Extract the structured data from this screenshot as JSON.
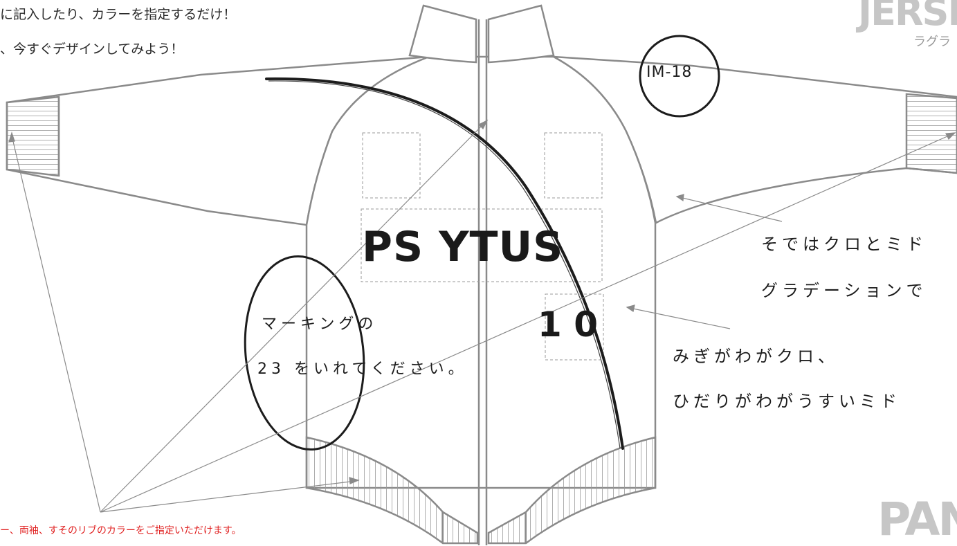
{
  "intro": {
    "line1": "に記入したり、カラーを指定するだけ！",
    "line2": "、今すぐデザインしてみよう！"
  },
  "brand": {
    "jersey": "JERSE",
    "jersey_sub": "ラグラ",
    "pants": "PANT"
  },
  "design": {
    "chest_text": "PS YTUS",
    "number": "1 0",
    "sleeve_mark": "IM-18"
  },
  "notes": {
    "marking_1": "マーキングの",
    "marking_2": "23 をいれてください。",
    "sleeve_1": "そではクロとミド",
    "sleeve_2": "グラデーションで",
    "body_1": "みぎがわがクロ、",
    "body_2": "ひだりがわがうすいミド"
  },
  "footnote": "ー、両袖、すそのリブのカラーをご指定いただけます。",
  "colors": {
    "outline": "#8a8a8a",
    "ink": "#1c1c1c",
    "footnote": "#e02020",
    "brand_gray": "#c6c6c6"
  }
}
